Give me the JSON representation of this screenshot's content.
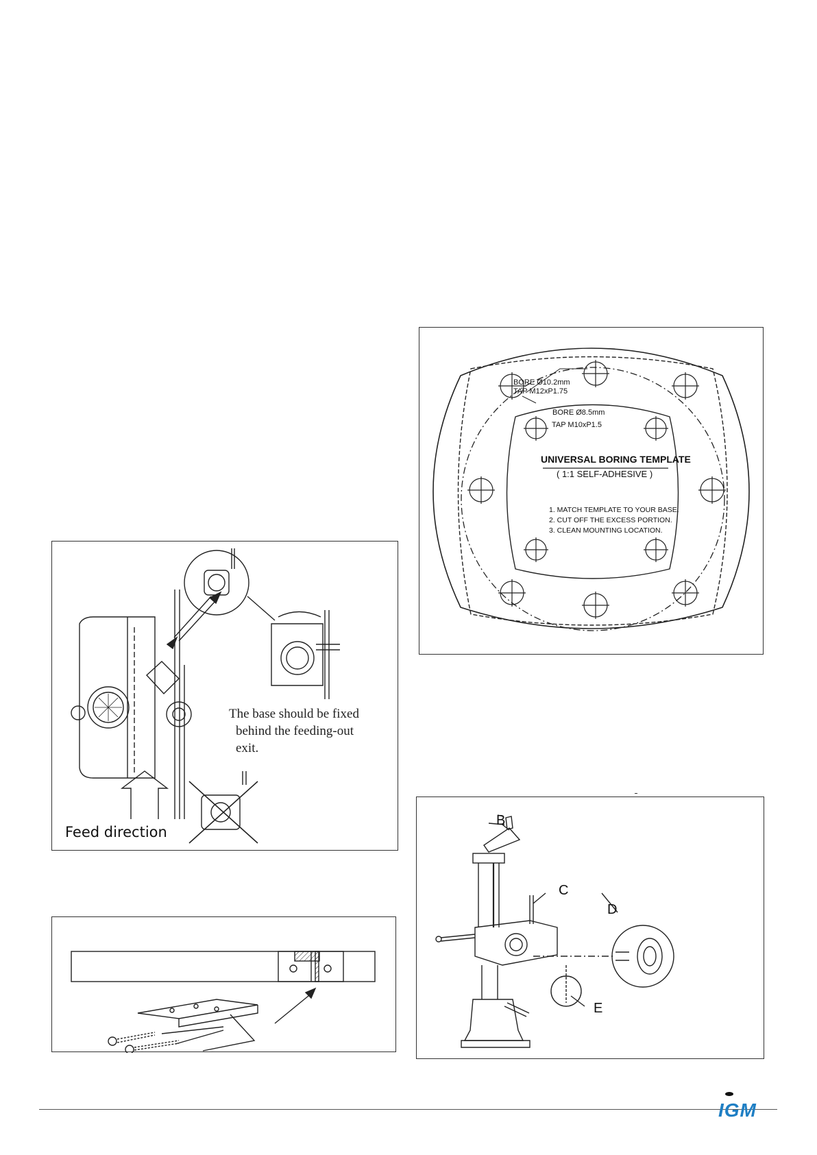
{
  "template_figure": {
    "bore_large": [
      "BORE Ø10.2mm",
      "TAP M12xP1.75"
    ],
    "bore_small": [
      "BORE Ø8.5mm",
      "TAP M10xP1.5"
    ],
    "title": "UNIVERSAL BORING TEMPLATE",
    "subtitle": "( 1:1 SELF-ADHESIVE )",
    "steps": [
      "1. MATCH TEMPLATE TO YOUR BASE.",
      "2. CUT OFF THE EXCESS PORTION.",
      "3. CLEAN MOUNTING LOCATION."
    ]
  },
  "feed_figure": {
    "note_lines": [
      "The base should be fixed",
      "behind the feeding-out",
      "exit."
    ],
    "caption": "Feed direction"
  },
  "assembly_figure": {
    "labels": [
      "B",
      "C",
      "D",
      "E"
    ]
  },
  "footer": {
    "logo_text": "IGM"
  }
}
